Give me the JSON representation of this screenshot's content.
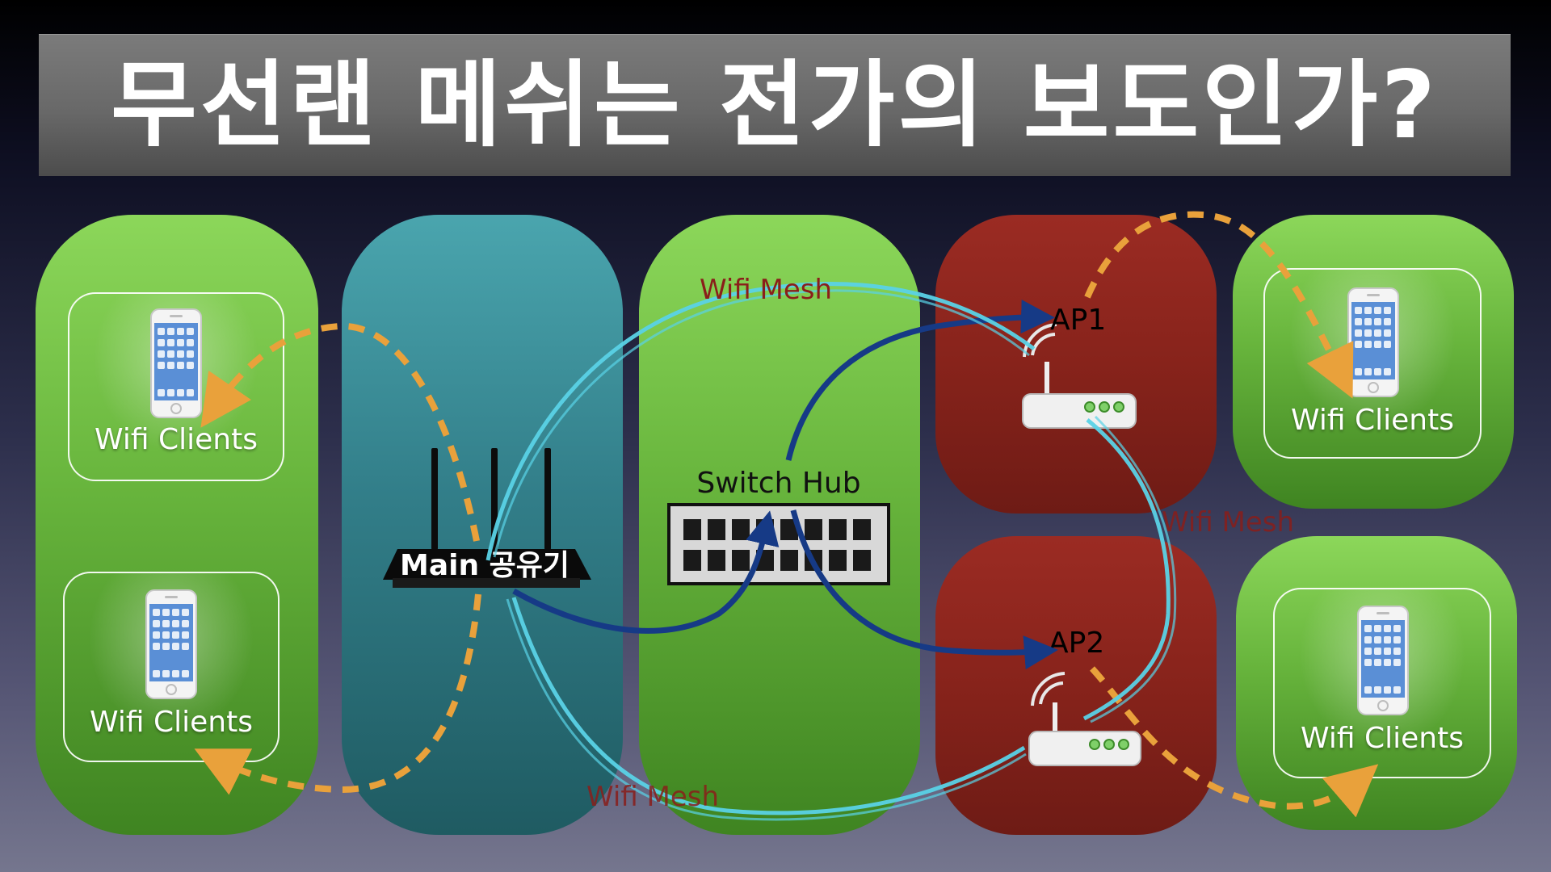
{
  "title": "무선랜 메쉬는 전가의 보도인가?",
  "clients": {
    "top_left": "Wifi Clients",
    "bottom_left": "Wifi Clients",
    "top_right": "Wifi Clients",
    "bottom_right": "Wifi Clients"
  },
  "devices": {
    "main_router": "Main 공유기",
    "switch_hub": "Switch Hub",
    "ap1": "AP1",
    "ap2": "AP2"
  },
  "mesh_labels": {
    "top": "Wifi Mesh",
    "right": "Wifi Mesh",
    "bottom": "Wifi Mesh"
  },
  "colors": {
    "mesh_line": "#5ad2e6",
    "wired_line": "#163a86",
    "wireless_client_line": "#e9a13b",
    "mesh_label": "#8a1e1a"
  }
}
